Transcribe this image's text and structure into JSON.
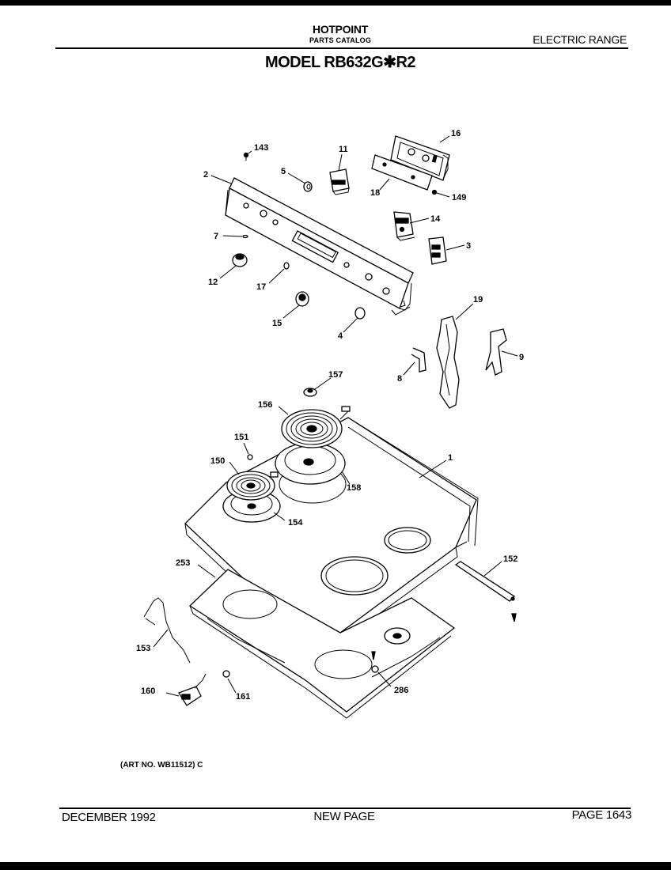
{
  "header": {
    "brand": "HOTPOINT",
    "catalog": "PARTS CATALOG",
    "product": "ELECTRIC RANGE",
    "model": "MODEL RB632G✱R2"
  },
  "art_number": "(ART NO. WB11512) C",
  "footer": {
    "date": "DECEMBER 1992",
    "note": "NEW PAGE",
    "page": "PAGE 1643"
  },
  "callouts": {
    "c1": "1",
    "c2": "2",
    "c3": "3",
    "c4": "4",
    "c5": "5",
    "c7": "7",
    "c8": "8",
    "c9": "9",
    "c11": "11",
    "c12": "12",
    "c14": "14",
    "c15": "15",
    "c16": "16",
    "c17": "17",
    "c18": "18",
    "c19": "19",
    "c143": "143",
    "c149": "149",
    "c150": "150",
    "c151": "151",
    "c152": "152",
    "c153": "153",
    "c154": "154",
    "c156": "156",
    "c157": "157",
    "c158": "158",
    "c160": "160",
    "c161": "161",
    "c253": "253",
    "c286": "286"
  }
}
